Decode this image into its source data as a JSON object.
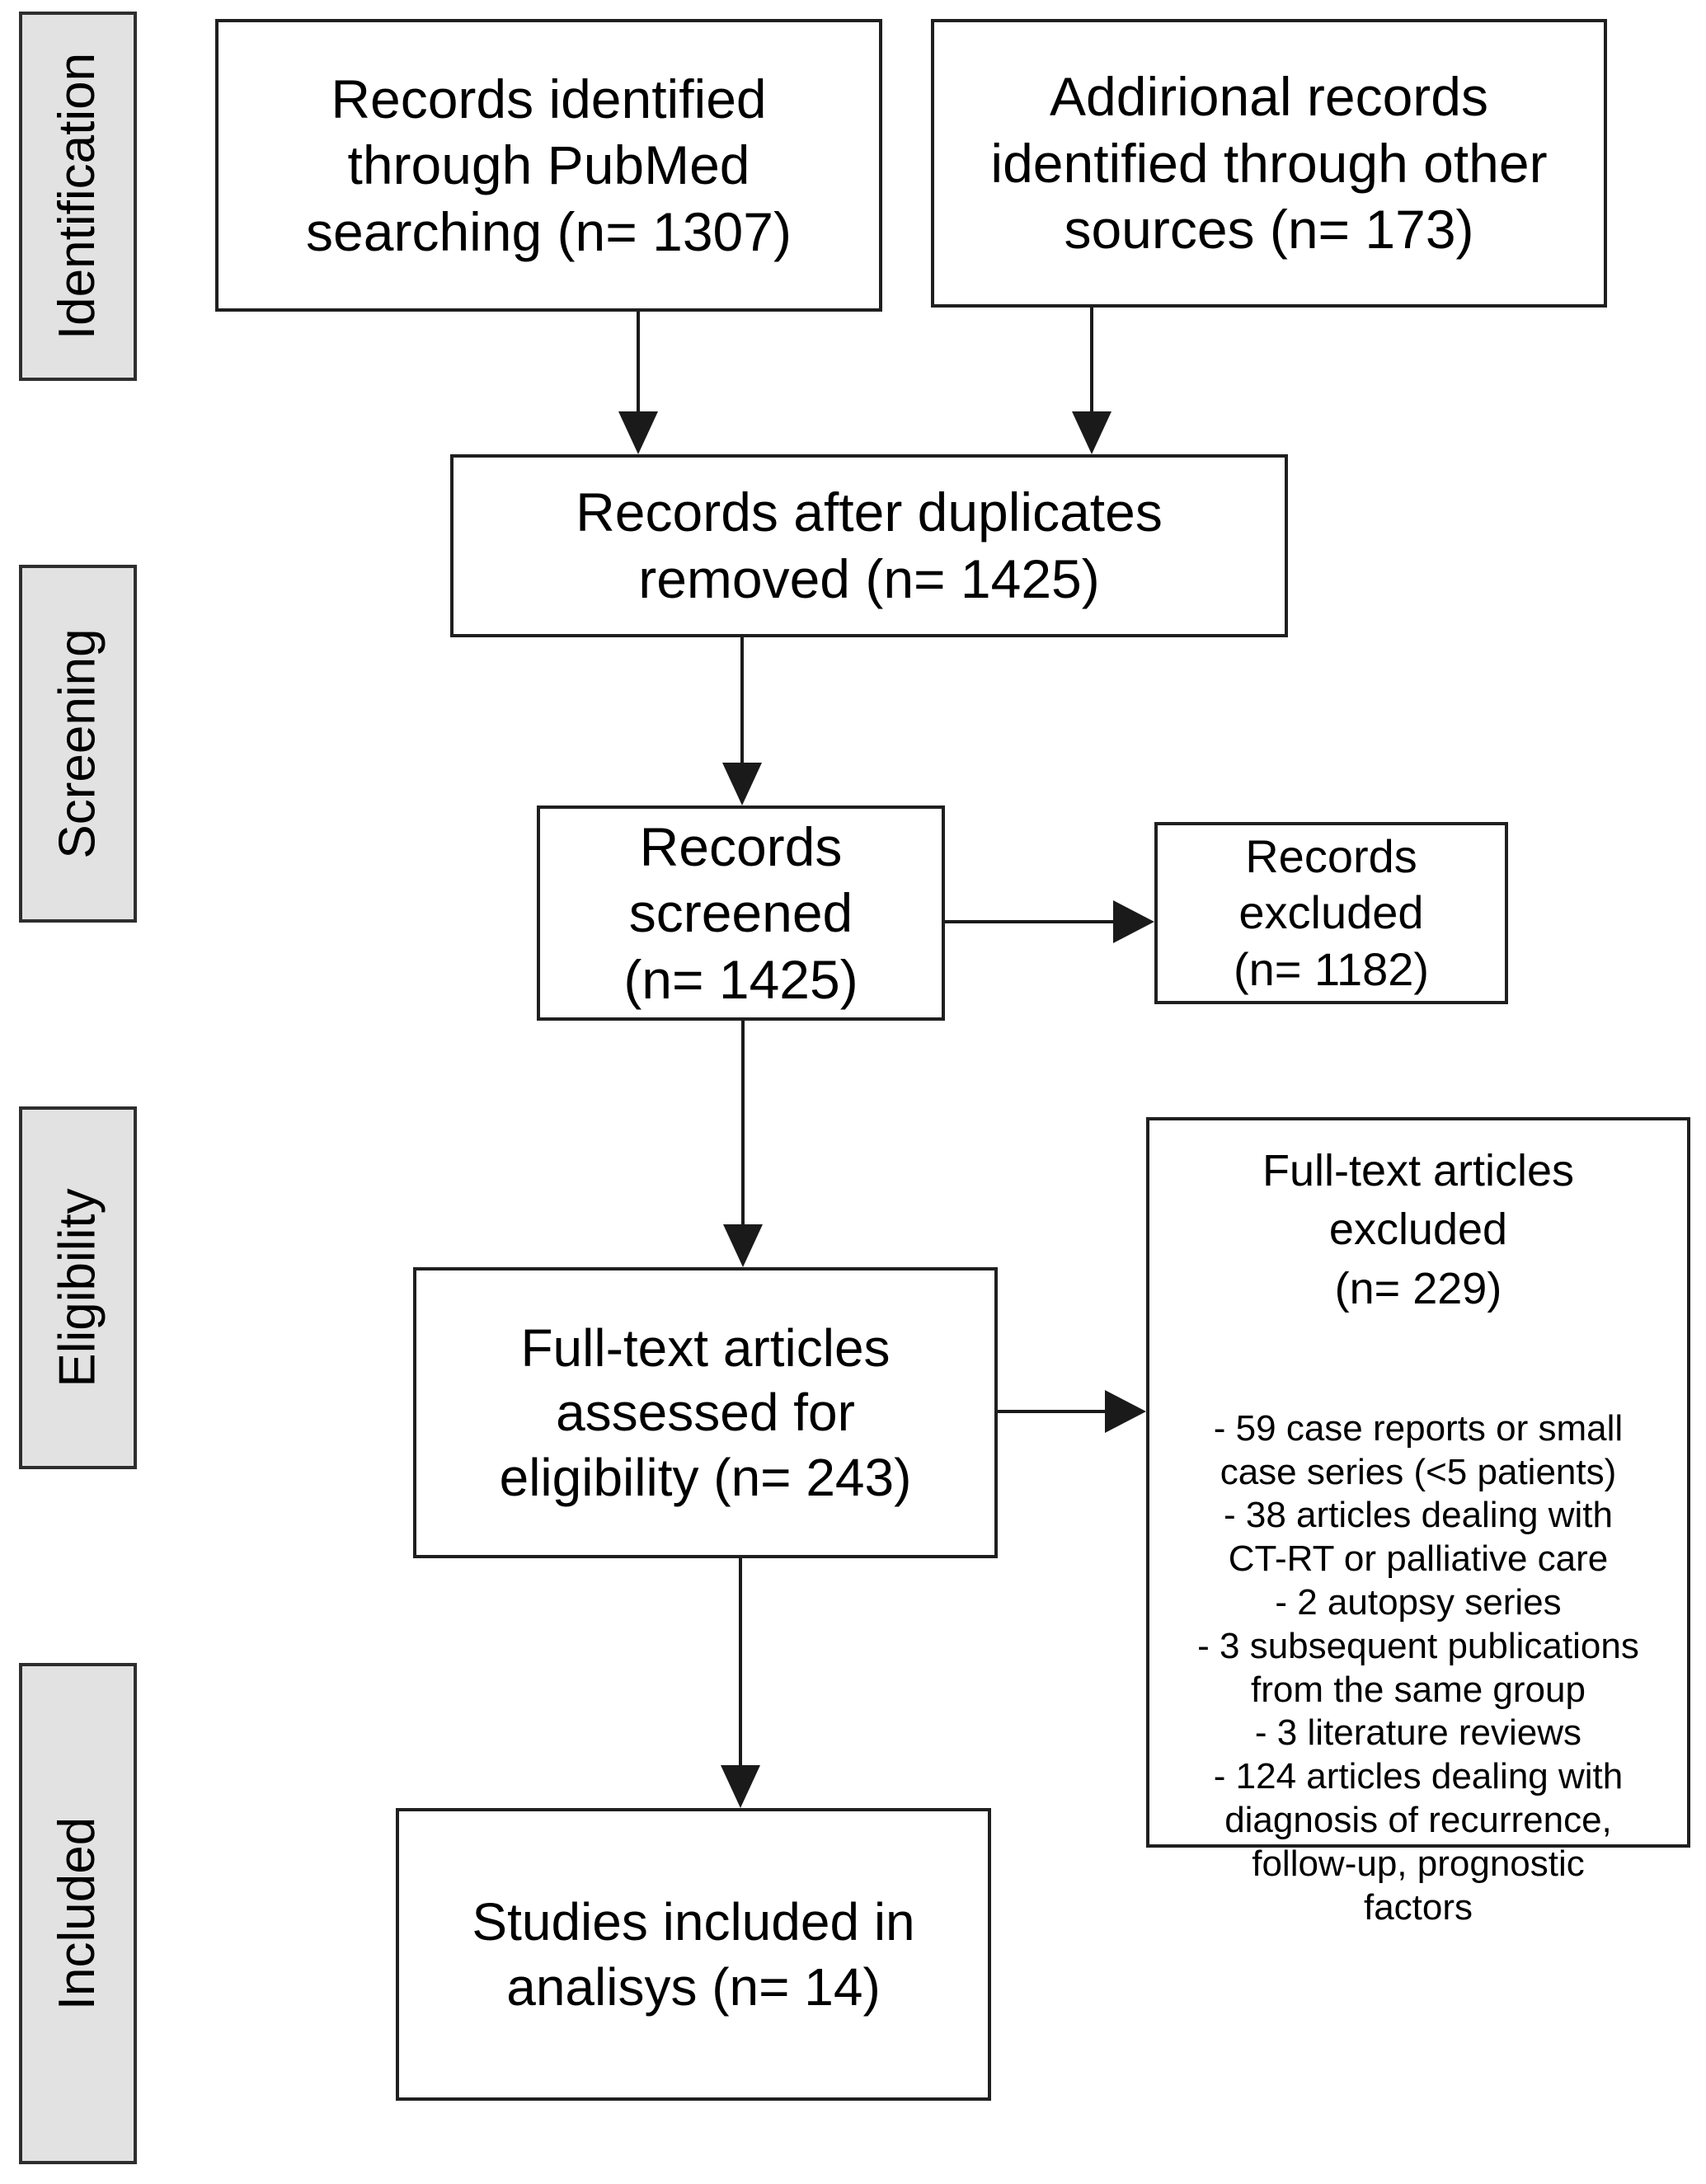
{
  "diagram": {
    "background_color": "#ffffff",
    "stage_column": {
      "fill_color": "#e2e2e2",
      "border_color": "#2e2e2e",
      "labels": [
        "Identification",
        "Screening",
        "Eligibility",
        "Included"
      ]
    },
    "boxes": {
      "pubmed": {
        "label": "Records identified\nthrough PubMed\nsearching (n= 1307)"
      },
      "other_sources": {
        "label": "Addirional records\nidentified through other\nsources (n= 173)"
      },
      "duplicates_removed": {
        "label": "Records after duplicates\nremoved (n= 1425)"
      },
      "screened": {
        "label": "Records\nscreened\n(n= 1425)"
      },
      "records_excluded": {
        "label": "Records\nexcluded\n(n= 1182)"
      },
      "fulltext_assessed": {
        "label": "Full-text articles\nassessed for\neligibility (n= 243)"
      },
      "fulltext_excluded": {
        "title": "Full-text articles\nexcluded\n(n= 229)",
        "items": [
          "- 59 case reports or small\ncase series (<5 patients)",
          "- 38 articles dealing with\nCT-RT or palliative care",
          "- 2 autopsy series",
          "- 3 subsequent publications\nfrom the same group",
          "- 3 literature reviews",
          "- 124 articles dealing with\ndiagnosis of recurrence,\nfollow-up, prognostic\nfactors"
        ]
      },
      "included_analysis": {
        "label": "Studies included in\nanalisys (n= 14)"
      }
    }
  }
}
